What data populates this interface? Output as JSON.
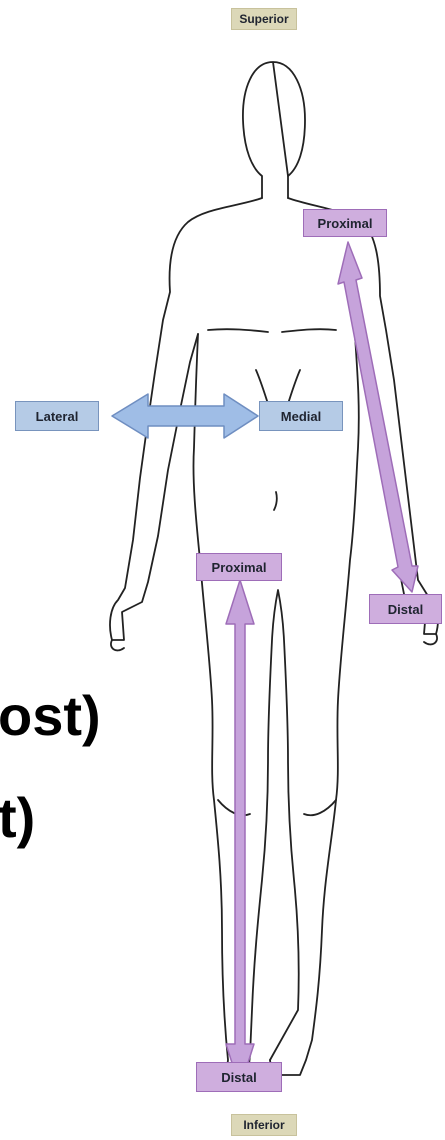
{
  "labels": {
    "superior": "Superior",
    "inferior": "Inferior",
    "lateral": "Lateral",
    "medial": "Medial",
    "proximal_arm": "Proximal",
    "distal_arm": "Distal",
    "proximal_leg": "Proximal",
    "distal_leg": "Distal"
  },
  "background_text": {
    "line1": "ost)",
    "line2": "t)"
  },
  "colors": {
    "neutral_label": "#dcd8b8",
    "blue_label": "#b5cbe6",
    "blue_arrow": "#9fbde6",
    "purple_label": "#cfaede",
    "purple_arrow": "#c6a3db",
    "outline": "#222222"
  }
}
